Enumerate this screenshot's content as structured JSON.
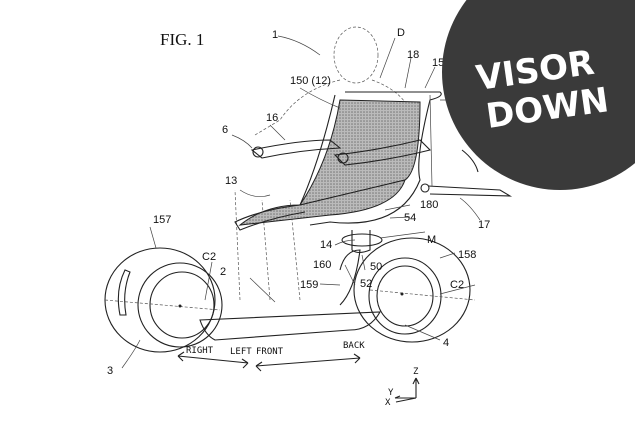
{
  "figure": {
    "title": "FIG. 1",
    "labels": {
      "n1": "1",
      "D": "D",
      "n18": "18",
      "n15": "15",
      "n150": "150 (12)",
      "n16": "16",
      "n6": "6",
      "n13": "13",
      "n180": "180",
      "n54": "54",
      "n17": "17",
      "M": "M",
      "n14": "14",
      "n157": "157",
      "C2a": "C2",
      "n158": "158",
      "n160": "160",
      "n50": "50",
      "n2": "2",
      "n159": "159",
      "n52": "52",
      "C2b": "C2",
      "n3": "3",
      "n4": "4"
    },
    "directions": {
      "right": "RIGHT",
      "left": "LEFT",
      "front": "FRONT",
      "back": "BACK"
    },
    "axes": {
      "z": "Z",
      "y": "Y",
      "x": "X"
    }
  },
  "logo": {
    "line1": "VISOR",
    "line2": "DOWN",
    "color": "#3a3a3a"
  }
}
